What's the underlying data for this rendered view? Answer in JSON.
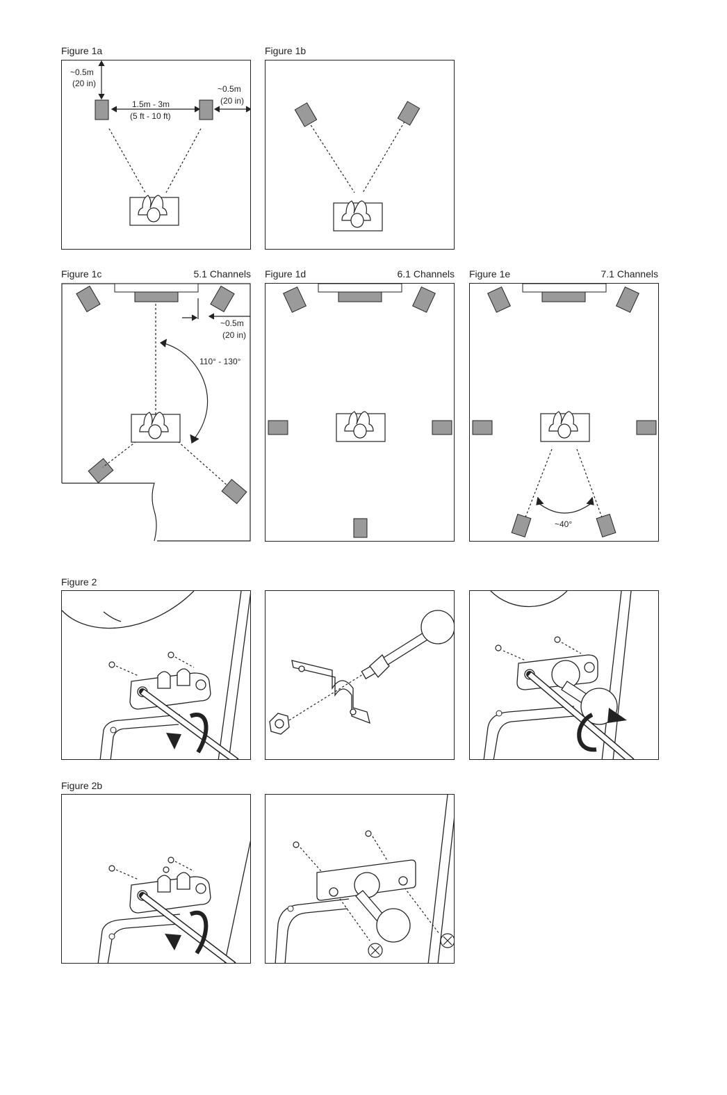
{
  "figures": {
    "fig1a": {
      "label": "Figure 1a",
      "dim_top_1": "~0.5m",
      "dim_top_2": "(20 in)",
      "dim_mid_1": "1.5m - 3m",
      "dim_mid_2": "(5 ft - 10 ft)",
      "dim_side_1": "~0.5m",
      "dim_side_2": "(20 in)"
    },
    "fig1b": {
      "label": "Figure 1b"
    },
    "fig1c": {
      "label": "Figure 1c",
      "channels": "5.1 Channels",
      "dim_1": "~0.5m",
      "dim_2": "(20 in)",
      "angle": "110° - 130°"
    },
    "fig1d": {
      "label": "Figure 1d",
      "channels": "6.1 Channels"
    },
    "fig1e": {
      "label": "Figure 1e",
      "channels": "7.1 Channels",
      "angle": "~40°"
    },
    "fig2": {
      "label": "Figure 2"
    },
    "fig2b": {
      "label": "Figure 2b"
    }
  }
}
